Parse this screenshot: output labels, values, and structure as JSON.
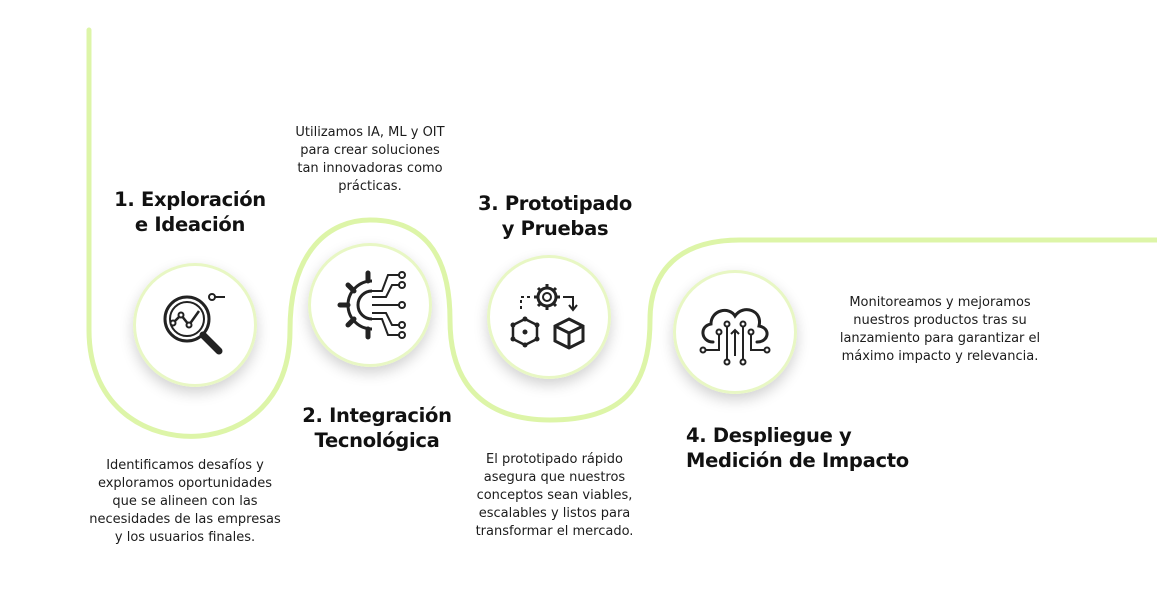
{
  "accent_color": "#ddf5a8",
  "steps": [
    {
      "title": [
        "1. Exploración",
        "e Ideación"
      ],
      "description": [
        "Identificamos desafíos y",
        "exploramos oportunidades",
        "que se alineen con las",
        "necesidades de las empresas",
        "y los usuarios finales."
      ],
      "icon": "magnifier-chart-icon"
    },
    {
      "title": [
        "2. Integración",
        "Tecnológica"
      ],
      "description": [
        "Utilizamos IA, ML y OIT",
        "para crear soluciones",
        "tan innovadoras como",
        "prácticas."
      ],
      "icon": "gear-circuit-icon"
    },
    {
      "title": [
        "3. Prototipado",
        "y Pruebas"
      ],
      "description": [
        "El prototipado rápido",
        "asegura que nuestros",
        "conceptos sean viables,",
        "escalables y listos para",
        "transformar el mercado."
      ],
      "icon": "prototype-cubes-icon"
    },
    {
      "title": [
        "4. Despliegue y",
        "Medición de Impacto"
      ],
      "description": [
        "Monitoreamos y mejoramos",
        "nuestros productos tras su",
        "lanzamiento para garantizar el",
        "máximo impacto y relevancia."
      ],
      "icon": "cloud-network-icon"
    }
  ]
}
